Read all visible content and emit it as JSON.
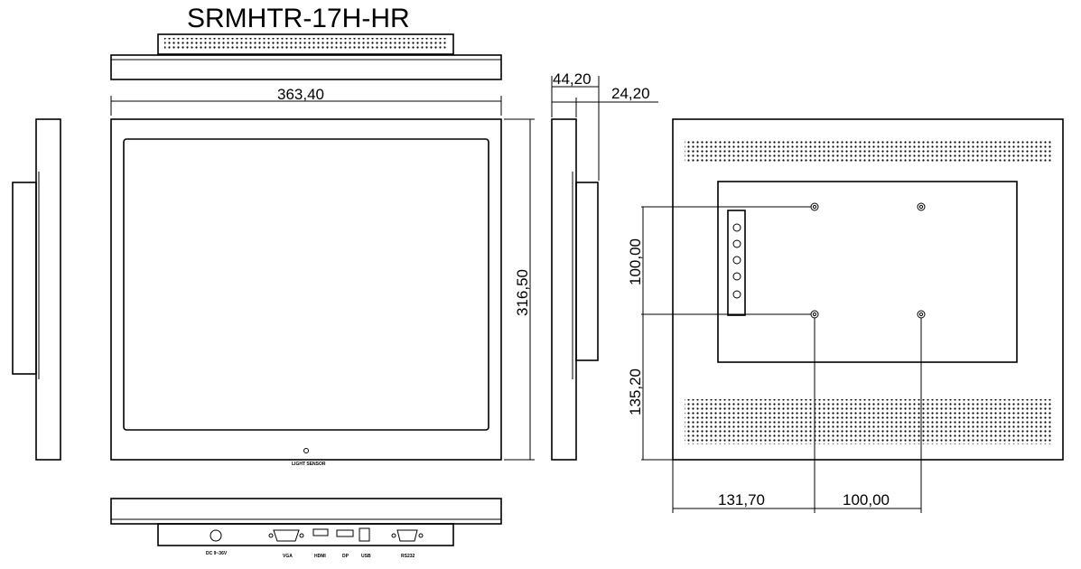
{
  "title": "SRMHTR-17H-HR",
  "dimensions": {
    "front_width": "363,40",
    "front_height": "316,50",
    "depth_total": "44,20",
    "depth_body": "24,20",
    "mount_vertical": "100,00",
    "mount_bottom": "135,20",
    "mount_left": "131,70",
    "mount_horizontal": "100,00"
  },
  "labels": {
    "light_sensor": "LIGHT SENSOR",
    "dc": "DC 9~36V",
    "vga": "VGA",
    "hdmi": "HDMI",
    "dp": "DP",
    "usb": "USB",
    "rs232": "RS232"
  }
}
